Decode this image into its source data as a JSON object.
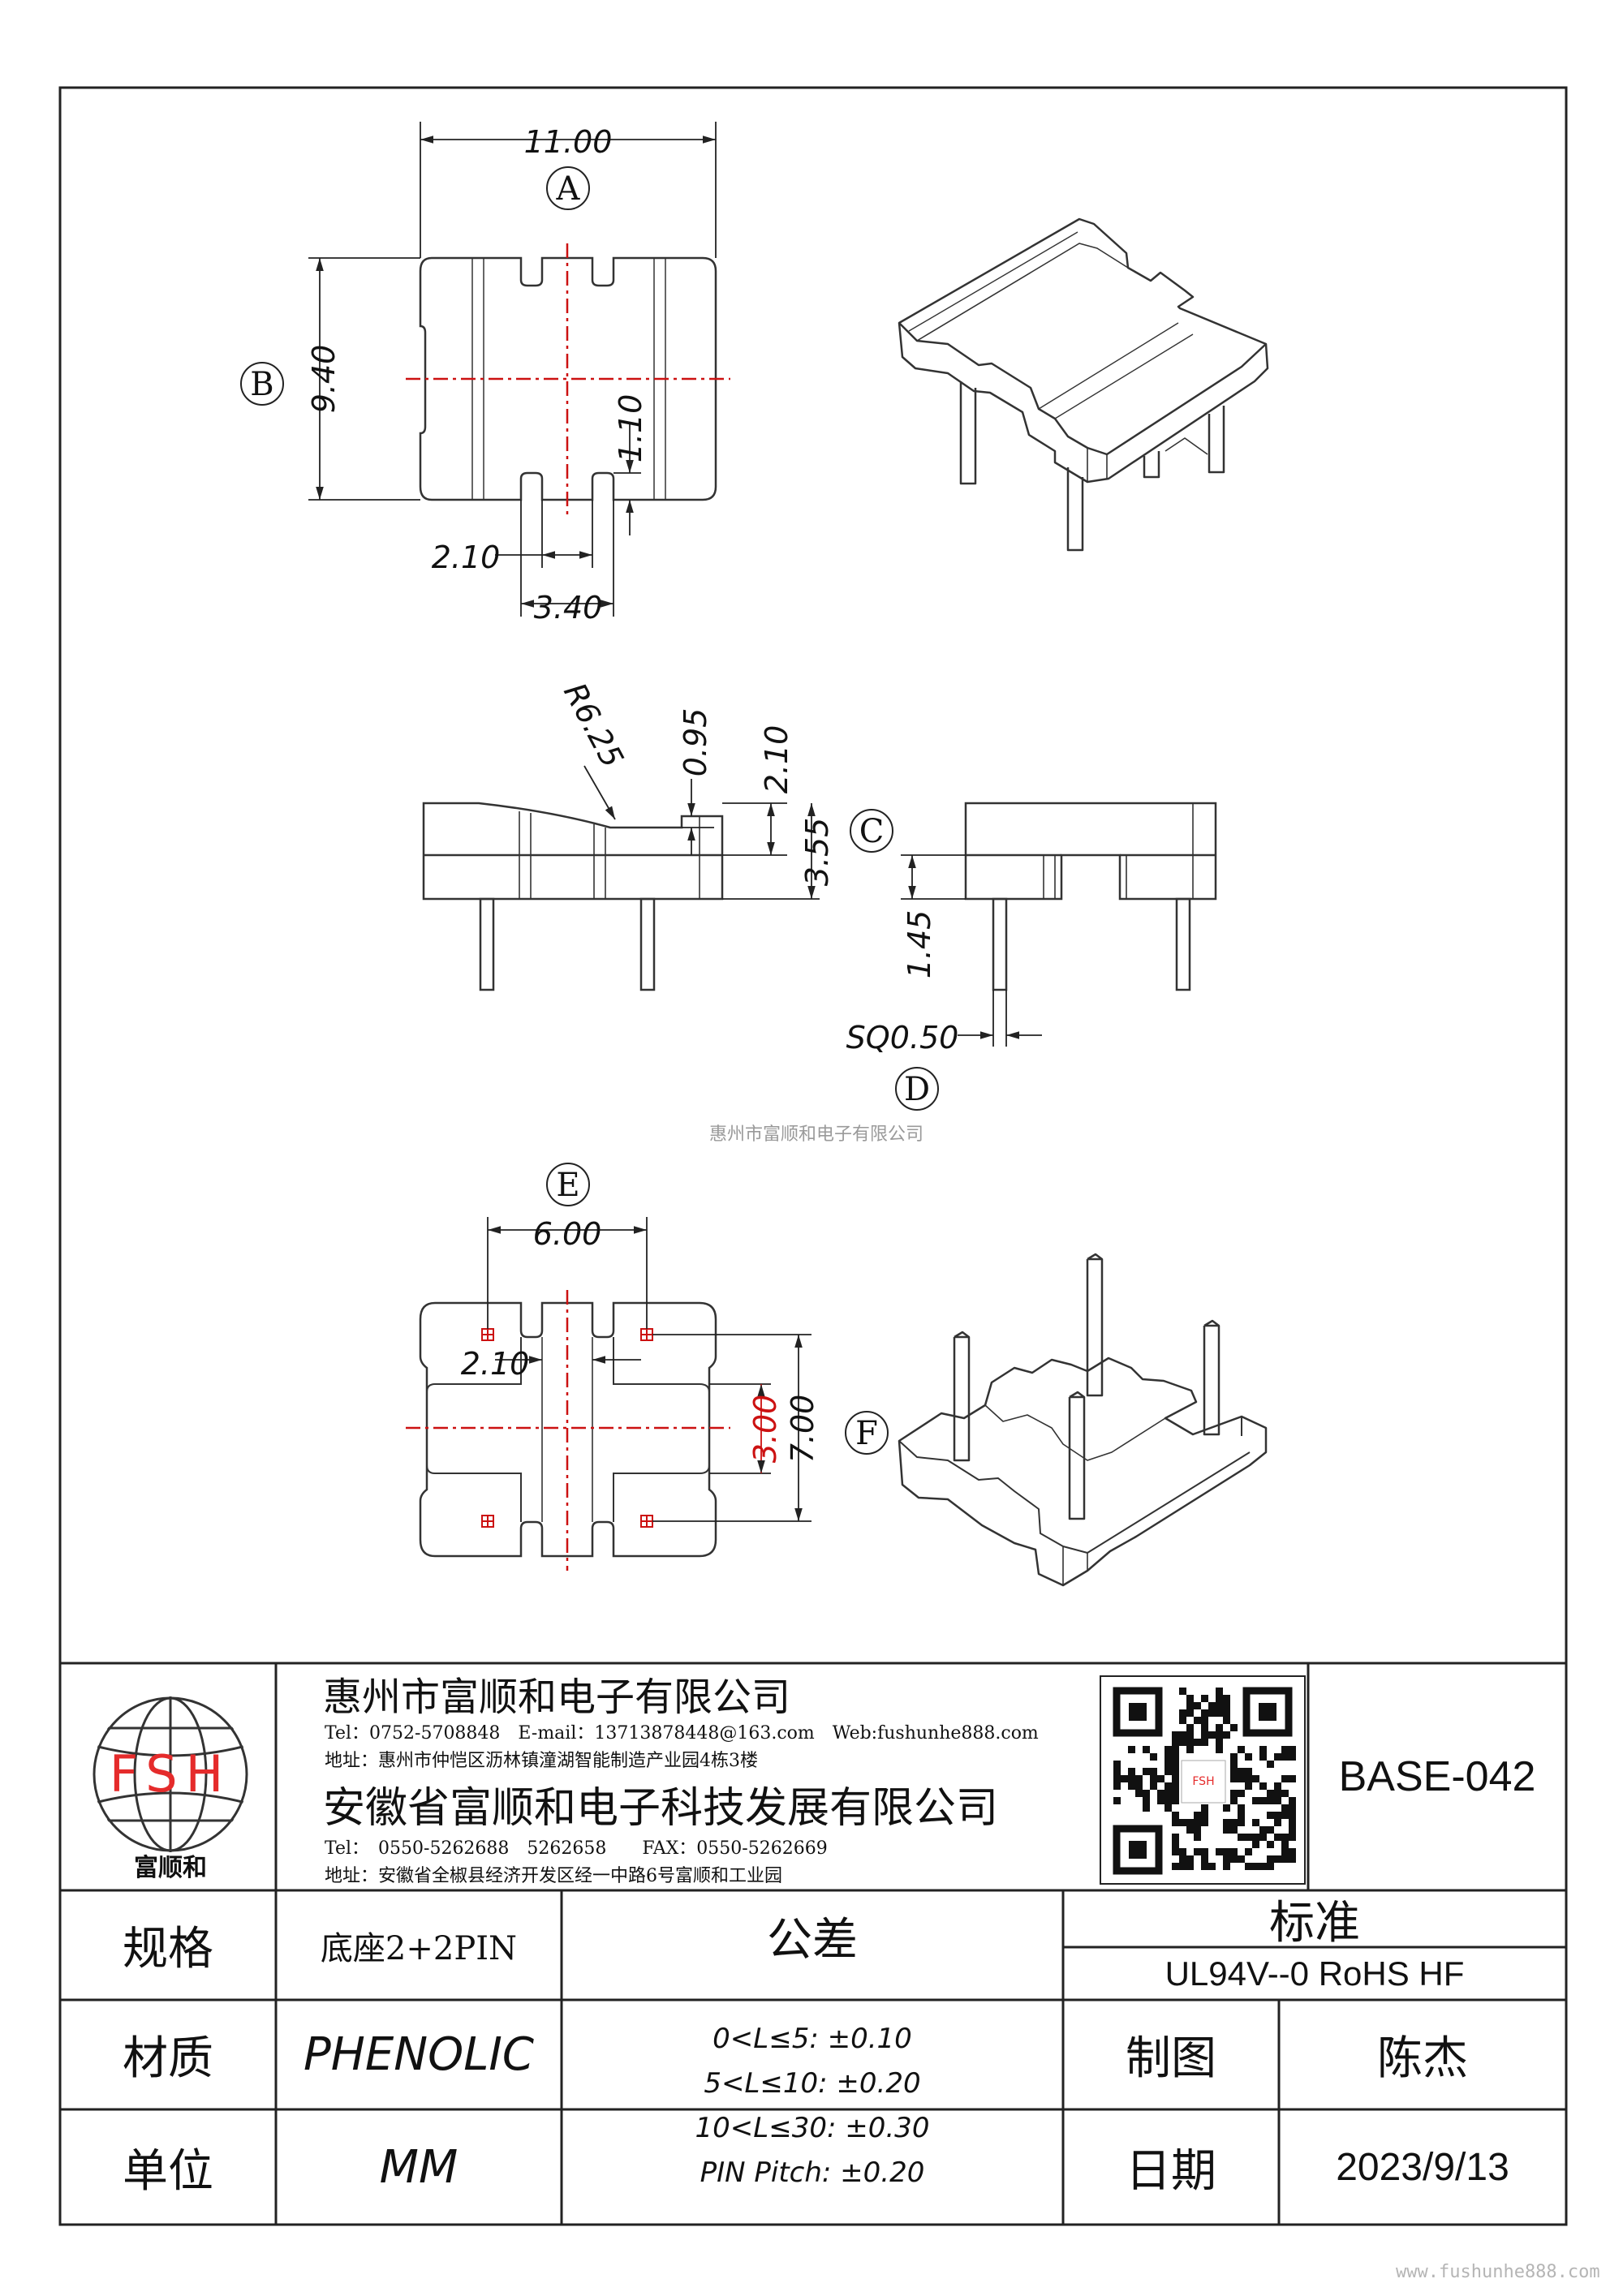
{
  "drawing": {
    "view_a": {
      "width": "11.00",
      "height": "9.40",
      "slot_depth": "1.10",
      "slot_width": "2.10",
      "slot_span": "3.40",
      "label_a": "A",
      "label_b": "B"
    },
    "view_c": {
      "radius": "R6.25",
      "depth": "0.95",
      "top_height": "2.10",
      "body_height": "3.55",
      "label_c": "C"
    },
    "view_d": {
      "pin_height": "1.45",
      "pin_size": "SQ0.50",
      "label": "D"
    },
    "view_e": {
      "pin_pitch_x": "6.00",
      "slot_width": "2.10",
      "pin_pitch_y": "3.00",
      "overall_y": "7.00",
      "label_e": "E",
      "label_f": "F"
    },
    "watermark": "惠州市富顺和电子有限公司"
  },
  "title_block": {
    "logo": {
      "letters": "FSH",
      "name": "富顺和",
      "color_red": "#e52b2b"
    },
    "company1": "惠州市富顺和电子有限公司",
    "contact1": "Tel：0752-5708848　E-mail：13713878448@163.com　Web:fushunhe888.com",
    "address1": "地址：惠州市仲恺区沥林镇潼湖智能制造产业园4栋3楼",
    "company2": "安徽省富顺和电子科技发展有限公司",
    "contact2": "Tel：　0550-5262688　5262658　　FAX：0550-5262669",
    "address2": "地址：安徽省全椒县经济开发区经一中路6号富顺和工业园",
    "qr_logo": "FSH",
    "part_number": "BASE-042",
    "spec_label": "规格",
    "spec_value": "底座2+2PIN",
    "tolerance_label": "公差",
    "tolerances": [
      "0<L≤5: ±0.10",
      "5<L≤10: ±0.20",
      "10<L≤30: ±0.30",
      "PIN Pitch: ±0.20"
    ],
    "standard_label": "标准",
    "standard_value": "UL94V--0  RoHS HF",
    "material_label": "材质",
    "material_value": "PHENOLIC",
    "drawn_label": "制图",
    "drawn_value": "陈杰",
    "unit_label": "单位",
    "unit_value": "MM",
    "date_label": "日期",
    "date_value": "2023/9/13"
  },
  "footer_url": "www.fushunhe888.com",
  "colors": {
    "centerline": "#cc1111",
    "line": "#222222"
  }
}
